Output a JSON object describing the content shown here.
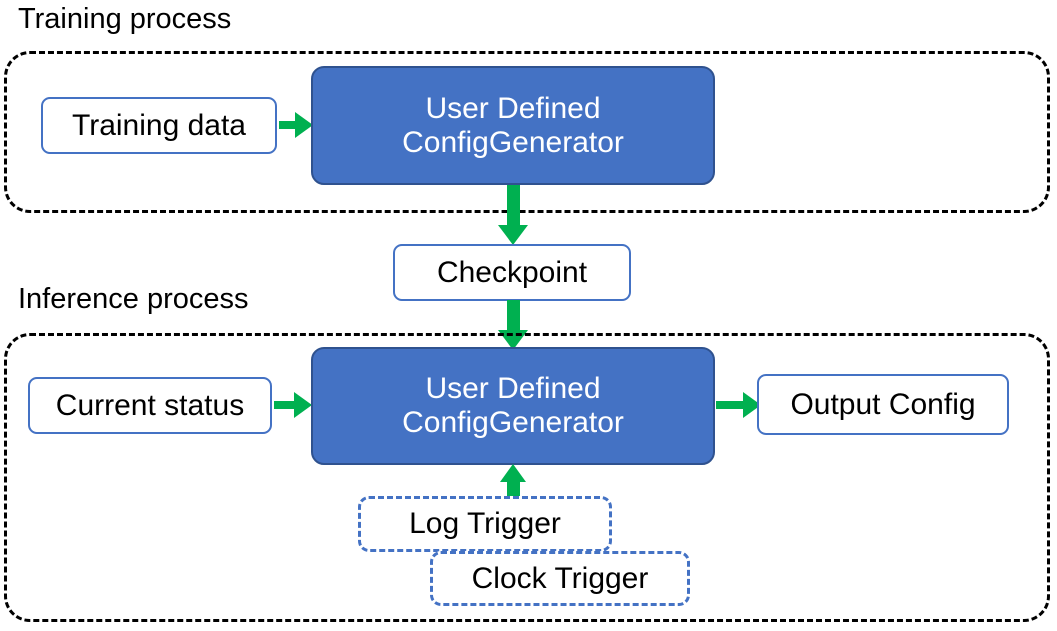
{
  "diagram": {
    "title_training": "Training process",
    "title_inference": "Inference process",
    "colors": {
      "primary_fill": "#4472C4",
      "primary_stroke": "#2F528F",
      "node_stroke": "#4472C4",
      "arrow": "#00B050",
      "group_stroke": "#000000",
      "text_dark": "#000000",
      "text_light": "#FFFFFF"
    }
  },
  "training": {
    "label": "Training process",
    "input_node": "Training data",
    "generator_line1": "User Defined",
    "generator_line2": "ConfigGenerator"
  },
  "checkpoint": {
    "label": "Checkpoint"
  },
  "inference": {
    "label": "Inference process",
    "input_node": "Current status",
    "generator_line1": "User Defined",
    "generator_line2": "ConfigGenerator",
    "output_node": "Output Config",
    "triggers": [
      {
        "label": "Log Trigger"
      },
      {
        "label": "Clock Trigger"
      }
    ]
  },
  "arrows": [
    {
      "name": "training-data-to-generator",
      "direction": "right"
    },
    {
      "name": "training-generator-to-checkpoint",
      "direction": "down"
    },
    {
      "name": "checkpoint-to-inference-generator",
      "direction": "down"
    },
    {
      "name": "current-status-to-generator",
      "direction": "right"
    },
    {
      "name": "generator-to-output-config",
      "direction": "right"
    },
    {
      "name": "log-trigger-to-generator",
      "direction": "up"
    }
  ]
}
